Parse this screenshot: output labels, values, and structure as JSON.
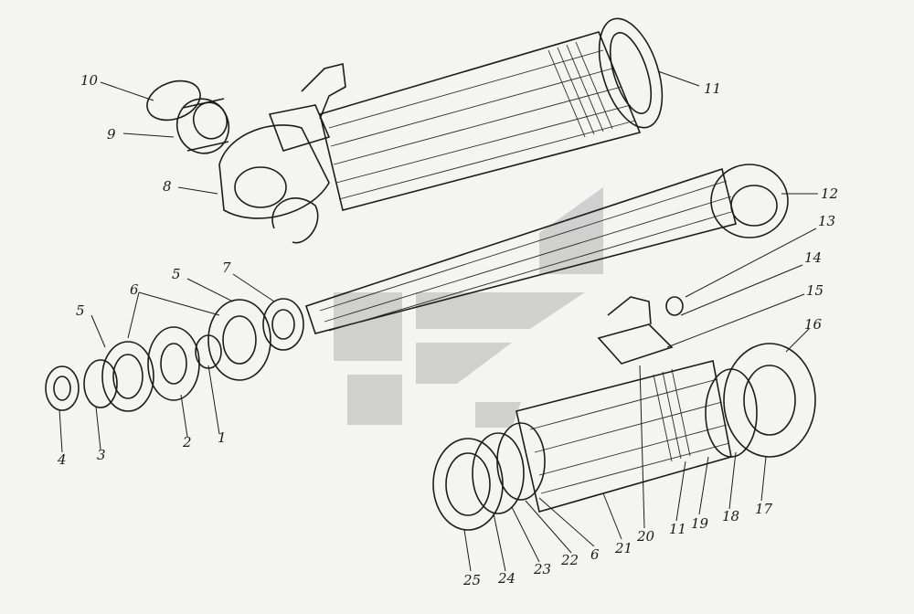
{
  "colors": {
    "ink": "#1c1c1c",
    "paper": "#f4f4f2",
    "watermark": "#bfbfbf"
  },
  "callouts": {
    "c10": "10",
    "c9": "9",
    "c8": "8",
    "c11a": "11",
    "c12": "12",
    "c7": "7",
    "c5a": "5",
    "c6a": "6",
    "c5b": "5",
    "c13": "13",
    "c14": "14",
    "c15": "15",
    "c16": "16",
    "c4": "4",
    "c3": "3",
    "c2": "2",
    "c1": "1",
    "c25": "25",
    "c24": "24",
    "c23": "23",
    "c22": "22",
    "c6b": "6",
    "c21": "21",
    "c20": "20",
    "c11b": "11",
    "c19": "19",
    "c18": "18",
    "c17": "17"
  }
}
